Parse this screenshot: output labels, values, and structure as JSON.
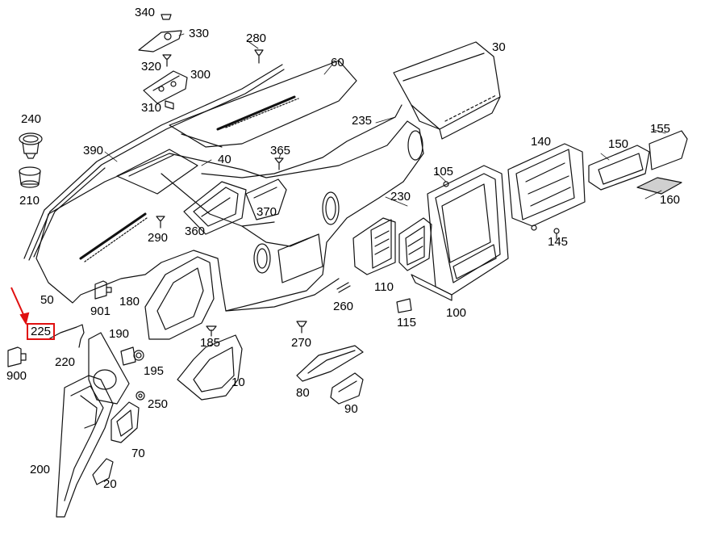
{
  "highlight": {
    "part": "225",
    "color": "#e01010"
  },
  "colors": {
    "line": "#111111",
    "fill": "#ffffff",
    "shade": "#d0d0d0"
  },
  "parts": {
    "p10": "10",
    "p20": "20",
    "p30": "30",
    "p40": "40",
    "p50": "50",
    "p60": "60",
    "p70": "70",
    "p80": "80",
    "p90": "90",
    "p100": "100",
    "p105": "105",
    "p110": "110",
    "p115": "115",
    "p140": "140",
    "p145": "145",
    "p150": "150",
    "p155": "155",
    "p160": "160",
    "p180": "180",
    "p185": "185",
    "p190": "190",
    "p195": "195",
    "p200": "200",
    "p210": "210",
    "p220": "220",
    "p225": "225",
    "p230": "230",
    "p235": "235",
    "p240": "240",
    "p250": "250",
    "p260": "260",
    "p270": "270",
    "p280": "280",
    "p290": "290",
    "p300": "300",
    "p310": "310",
    "p320": "320",
    "p330": "330",
    "p340": "340",
    "p360": "360",
    "p365": "365",
    "p370": "370",
    "p390": "390",
    "p900": "900",
    "p901": "901"
  }
}
